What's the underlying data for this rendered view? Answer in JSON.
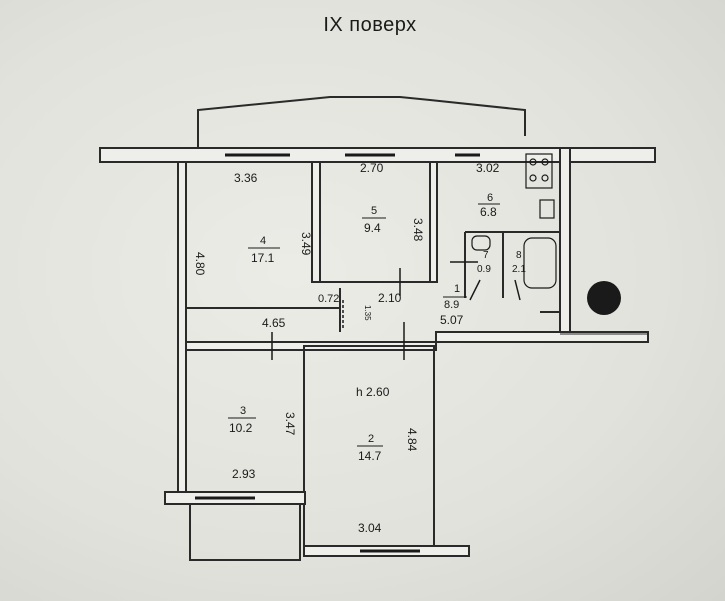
{
  "floor_title": "IX поверх",
  "rooms": [
    {
      "number": "4",
      "area": "17.1",
      "width": "3.36",
      "depth": "3.49",
      "side": "4.80",
      "bottom": "4.65"
    },
    {
      "number": "5",
      "area": "9.4",
      "width": "2.70",
      "depth": "3.48"
    },
    {
      "number": "6",
      "area": "6.8",
      "width": "3.02"
    },
    {
      "number": "7",
      "area": "0.9"
    },
    {
      "number": "8",
      "area": "2.1"
    },
    {
      "number": "1",
      "area": "8.9",
      "width": "2.10",
      "depth": "5.07",
      "extra": "0.72",
      "side": "1.35"
    },
    {
      "number": "3",
      "area": "10.2",
      "depth": "3.47",
      "width": "2.93"
    },
    {
      "number": "2",
      "area": "14.7",
      "height": "h 2.60",
      "depth": "4.84",
      "width": "3.04"
    }
  ]
}
